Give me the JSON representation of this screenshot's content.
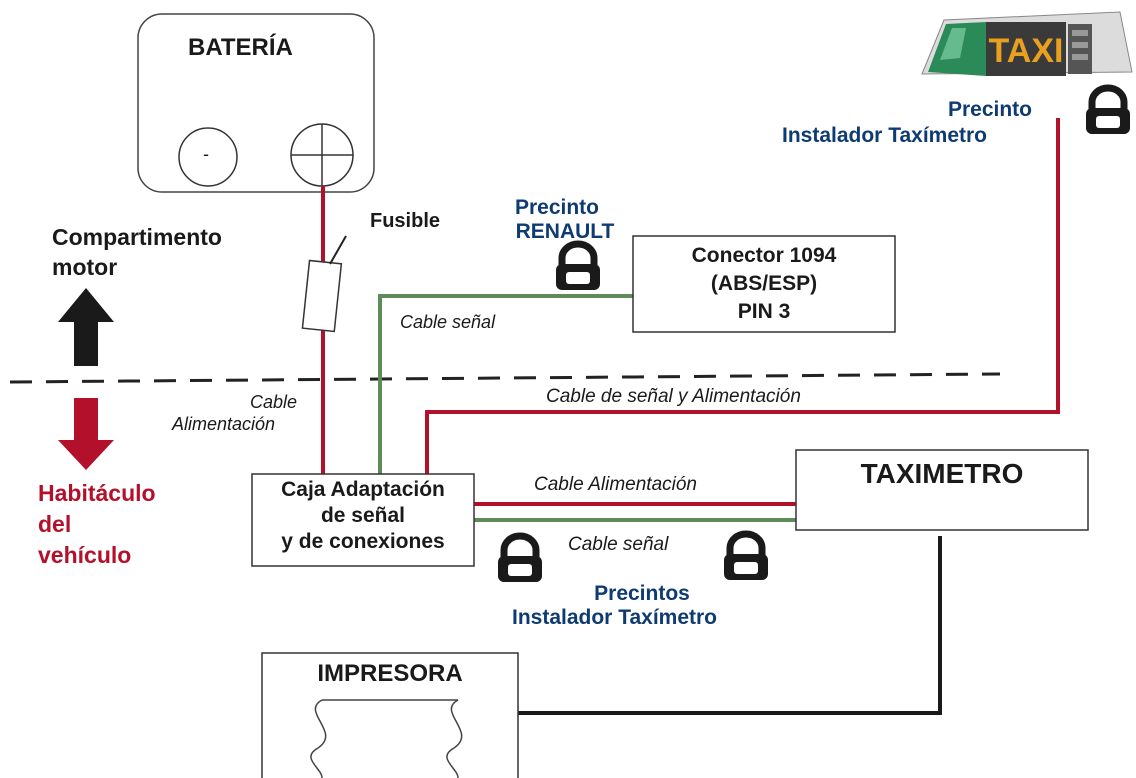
{
  "battery": {
    "title": "BATERÍA",
    "minus_symbol": "-"
  },
  "taxi_sign": {
    "text": "TAXI"
  },
  "labels": {
    "fusible": "Fusible",
    "compartimento": [
      "Compartimento",
      "motor"
    ],
    "habitaculo": [
      "Habitáculo",
      "del",
      "vehículo"
    ],
    "cable_alimentacion_vertical": [
      "Cable",
      "Alimentación"
    ],
    "cable_senal_top": "Cable señal",
    "cable_senal_alimentacion": "Cable de señal y Alimentación",
    "cable_alimentacion_h": "Cable Alimentación",
    "cable_senal_bottom": "Cable señal"
  },
  "seals": {
    "renault": [
      "Precinto",
      "RENAULT"
    ],
    "installer_top": [
      "Precinto",
      "Instalador Taxímetro"
    ],
    "installers_bottom": [
      "Precintos",
      "Instalador Taxímetro"
    ]
  },
  "boxes": {
    "conector": [
      "Conector 1094",
      "(ABS/ESP)",
      "PIN 3"
    ],
    "caja": [
      "Caja Adaptación",
      "de señal",
      "y de conexiones"
    ],
    "taximetro": "TAXIMETRO",
    "impresora": "IMPRESORA"
  },
  "colors": {
    "power_wire": "#b3102b",
    "signal_wire": "#5f8a5a",
    "black_wire": "#1a1a1a",
    "seal_blue": "#0f3b73",
    "habitaculo_red": "#b3102b"
  }
}
